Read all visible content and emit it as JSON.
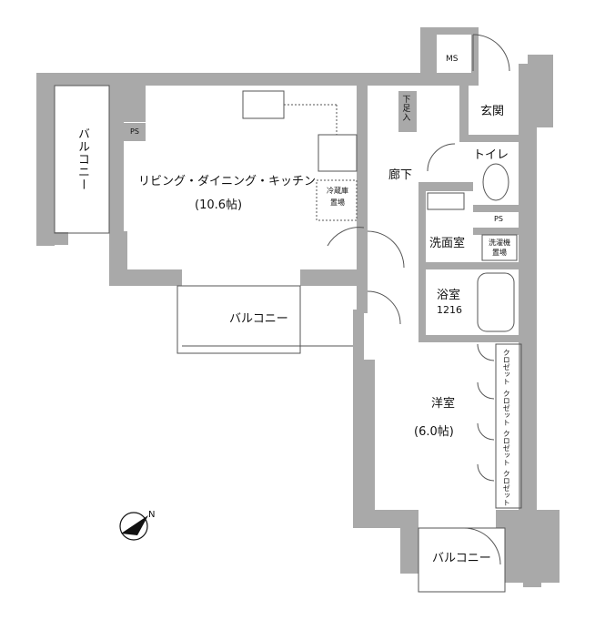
{
  "floor_plan": {
    "rooms": {
      "ldk_name": "リビング・ダイニング・キッチン",
      "ldk_size": "(10.6帖)",
      "western_name": "洋室",
      "western_size": "(6.0帖)",
      "bath_name": "浴室",
      "bath_size": "1216",
      "washroom": "洗面室",
      "toilet": "トイレ",
      "entrance": "玄関",
      "hallway": "廊下",
      "shoe_storage": "下足入"
    },
    "balconies": {
      "left": "バルコニー",
      "middle": "バルコニー",
      "bottom": "バルコニー"
    },
    "closets": [
      "クロゼット",
      "クロゼット",
      "クロゼット",
      "クロゼット"
    ],
    "fixtures": {
      "fridge_line1": "冷蔵庫",
      "fridge_line2": "置場",
      "washer_line1": "洗濯機",
      "washer_line2": "置場",
      "ps_ldk": "PS",
      "ps_toilet": "PS",
      "ms": "MS"
    },
    "colors": {
      "wall": "#a9a9a9",
      "line": "#555555",
      "background": "#ffffff"
    }
  }
}
